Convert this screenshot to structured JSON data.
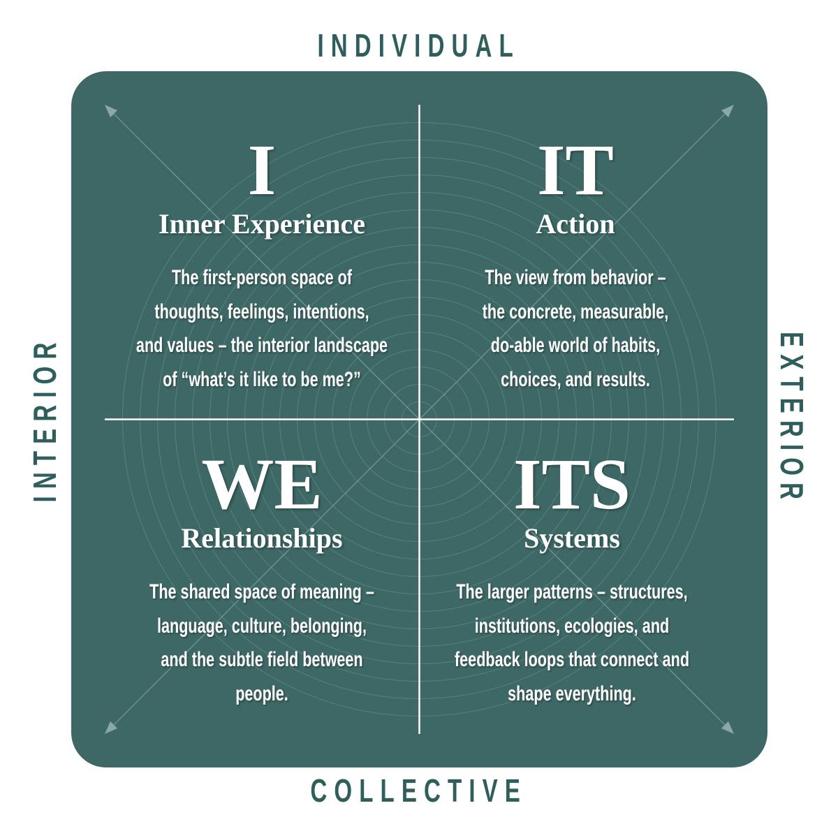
{
  "axes": {
    "top": "INDIVIDUAL",
    "bottom": "COLLECTIVE",
    "left": "INTERIOR",
    "right": "EXTERIOR"
  },
  "colors": {
    "panel": "#3d6866",
    "label": "#2f5e5c",
    "text": "#ffffff"
  },
  "quadrants": [
    {
      "letter": "I",
      "title": "Inner Experience",
      "lines": [
        "The first-person space of",
        "thoughts, feelings, intentions,",
        "and values – the interior landscape",
        "of “what’s it like to be me?”"
      ]
    },
    {
      "letter": "IT",
      "title": "Action",
      "lines": [
        "The view from behavior –",
        "the concrete, measurable,",
        "do-able world of habits,",
        "choices, and results."
      ]
    },
    {
      "letter": "WE",
      "title": "Relationships",
      "lines": [
        "The shared space of meaning –",
        "language, culture, belonging,",
        "and the subtle field between",
        "people."
      ]
    },
    {
      "letter": "ITS",
      "title": "Systems",
      "lines": [
        "The larger patterns – structures,",
        "institutions, ecologies, and",
        "feedback loops that connect and",
        "shape everything."
      ]
    }
  ]
}
